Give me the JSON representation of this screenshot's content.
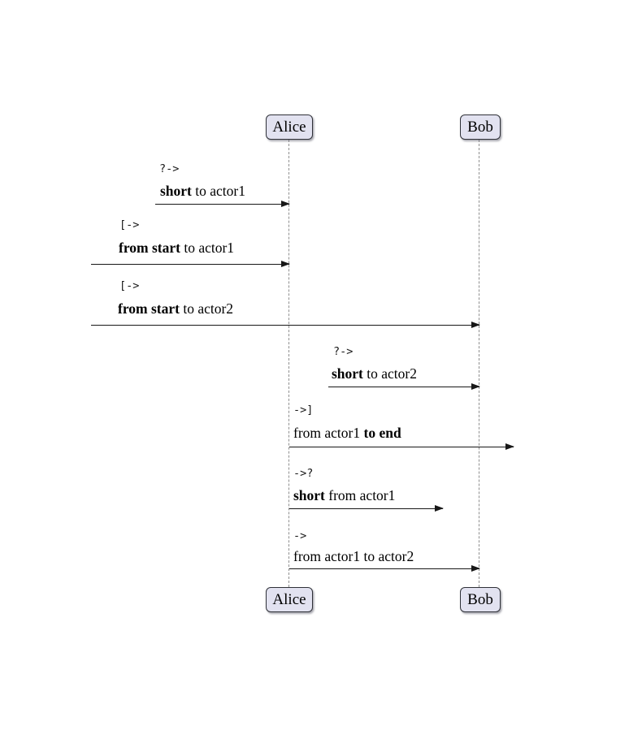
{
  "diagram": {
    "type": "sequence-diagram",
    "colors": {
      "background": "#ffffff",
      "actor_fill": "#e2e2f0",
      "actor_border": "#181818",
      "lifeline": "#8f8f8f",
      "arrow": "#181818",
      "text": "#000000"
    },
    "actors": [
      {
        "id": "actor1",
        "name": "Alice"
      },
      {
        "id": "actor2",
        "name": "Bob"
      }
    ],
    "messages": [
      {
        "code": "?->",
        "prefix": "",
        "bold": "short",
        "suffix": " to actor1",
        "from": "outside-short",
        "to": "Alice"
      },
      {
        "code": "[->",
        "prefix": "",
        "bold": "from start",
        "suffix": " to actor1",
        "from": "diagram-start",
        "to": "Alice"
      },
      {
        "code": "[->",
        "prefix": "",
        "bold": "from start",
        "suffix": " to actor2",
        "from": "diagram-start",
        "to": "Bob"
      },
      {
        "code": "?->",
        "prefix": "",
        "bold": "short",
        "suffix": " to actor2",
        "from": "outside-short",
        "to": "Bob"
      },
      {
        "code": "->]",
        "prefix": "from actor1 ",
        "bold": "to end",
        "suffix": "",
        "from": "Alice",
        "to": "diagram-end"
      },
      {
        "code": "->?",
        "prefix": "",
        "bold": "short",
        "suffix": " from actor1",
        "from": "Alice",
        "to": "outside-short"
      },
      {
        "code": "->",
        "prefix": "from actor1 to actor2",
        "bold": "",
        "suffix": "",
        "from": "Alice",
        "to": "Bob"
      }
    ]
  }
}
